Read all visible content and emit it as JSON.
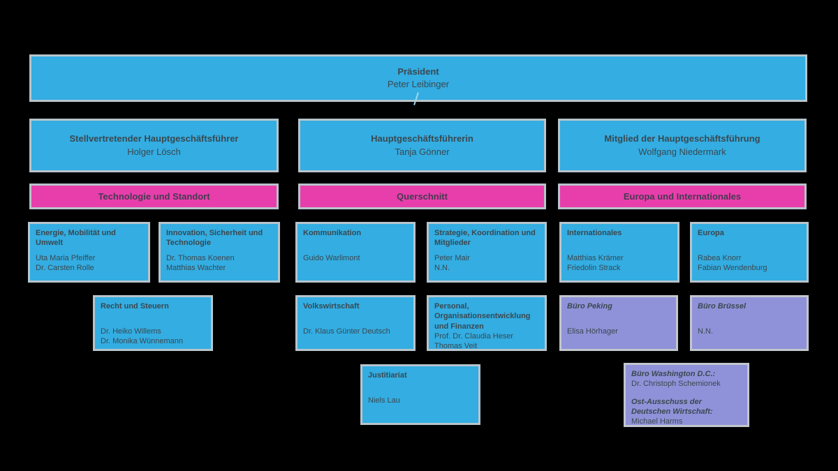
{
  "palette": {
    "background": "#000000",
    "box_blue": "#33ade2",
    "bar_magenta": "#e83eac",
    "box_purple": "#8f92d8",
    "border_gray": "#b8c4cc",
    "text_dark": "#3a4850"
  },
  "president": {
    "title": "Präsident",
    "name": "Peter Leibinger"
  },
  "executives": [
    {
      "title": "Stellvertretender Hauptgeschäftsführer",
      "name": "Holger Lösch"
    },
    {
      "title": "Hauptgeschäftsführerin",
      "name": "Tanja Gönner"
    },
    {
      "title": "Mitglied der Hauptgeschäftsführung",
      "name": "Wolfgang Niedermark"
    }
  ],
  "sections": [
    {
      "label": "Technologie und Standort"
    },
    {
      "label": "Querschnitt"
    },
    {
      "label": "Europa und Internationales"
    }
  ],
  "departments": [
    {
      "title": "Energie, Mobilität und Umwelt",
      "names": [
        "Uta Maria Pfeiffer",
        "Dr. Carsten Rolle"
      ]
    },
    {
      "title": "Innovation, Sicherheit und Technologie",
      "names": [
        "Dr. Thomas Koenen",
        "Matthias Wachter"
      ]
    },
    {
      "title": "Recht und Steuern",
      "names": [
        "Dr. Heiko Willems",
        "Dr. Monika Wünnemann"
      ]
    },
    {
      "title": "Kommunikation",
      "names": [
        "Guido Warlimont"
      ]
    },
    {
      "title": "Strategie, Koordination und Mitglieder",
      "names": [
        "Peter Mair",
        "N.N."
      ]
    },
    {
      "title": "Volkswirtschaft",
      "names": [
        "Dr. Klaus Günter Deutsch"
      ]
    },
    {
      "title": "Personal, Organisationsentwicklung und Finanzen",
      "names": [
        "Prof. Dr. Claudia Heser",
        "Thomas Veit"
      ]
    },
    {
      "title": "Justitiariat",
      "names": [
        "Niels Lau"
      ]
    },
    {
      "title": "Internationales",
      "names": [
        "Matthias Krämer",
        "Friedolin Strack"
      ]
    },
    {
      "title": "Europa",
      "names": [
        "Rabea Knorr",
        "Fabian Wendenburg"
      ]
    },
    {
      "title": "Büro Peking",
      "names": [
        "Elisa Hörhager"
      ]
    },
    {
      "title": "Büro Brüssel",
      "names": [
        "N.N."
      ]
    }
  ],
  "washington": {
    "entries": [
      {
        "title": "Büro Washington D.C.:",
        "name": "Dr. Christoph Schemionek"
      },
      {
        "title": "Ost-Ausschuss der Deutschen Wirtschaft:",
        "name": "Michael Harms"
      }
    ]
  }
}
